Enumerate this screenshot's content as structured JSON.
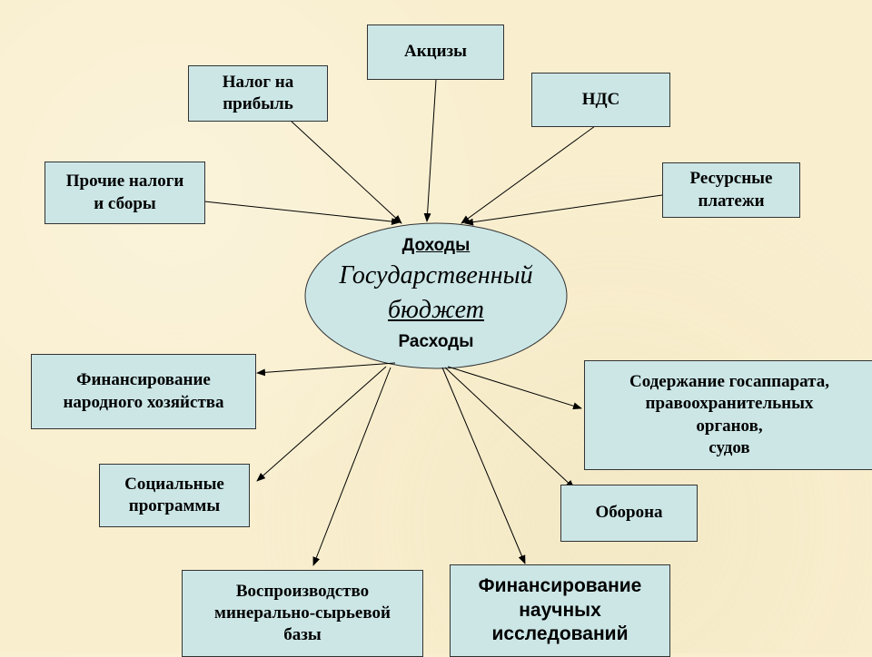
{
  "center": {
    "income": "Доходы",
    "title_line1": "Государственный",
    "title_line2": "бюджет",
    "expenses": "Расходы"
  },
  "income_sources": [
    {
      "label": "Акцизы"
    },
    {
      "label": "Налог на\nприбыль"
    },
    {
      "label": "НДС"
    },
    {
      "label": "Прочие налоги\nи сборы"
    },
    {
      "label": "Ресурсные\nплатежи"
    }
  ],
  "expenses": [
    {
      "label": "Финансирование\nнародного хозяйства"
    },
    {
      "label": "Содержание госаппарата,\nправоохранительных\nорганов,\nсудов"
    },
    {
      "label": "Социальные\nпрограммы"
    },
    {
      "label": "Оборона"
    },
    {
      "label": "Воспроизводство\nминерально-сырьевой\nбазы"
    },
    {
      "label": "Финансирование\nнаучных\nисследований"
    }
  ],
  "colors": {
    "box": "#cce6e6",
    "background": "#f9efcf"
  }
}
